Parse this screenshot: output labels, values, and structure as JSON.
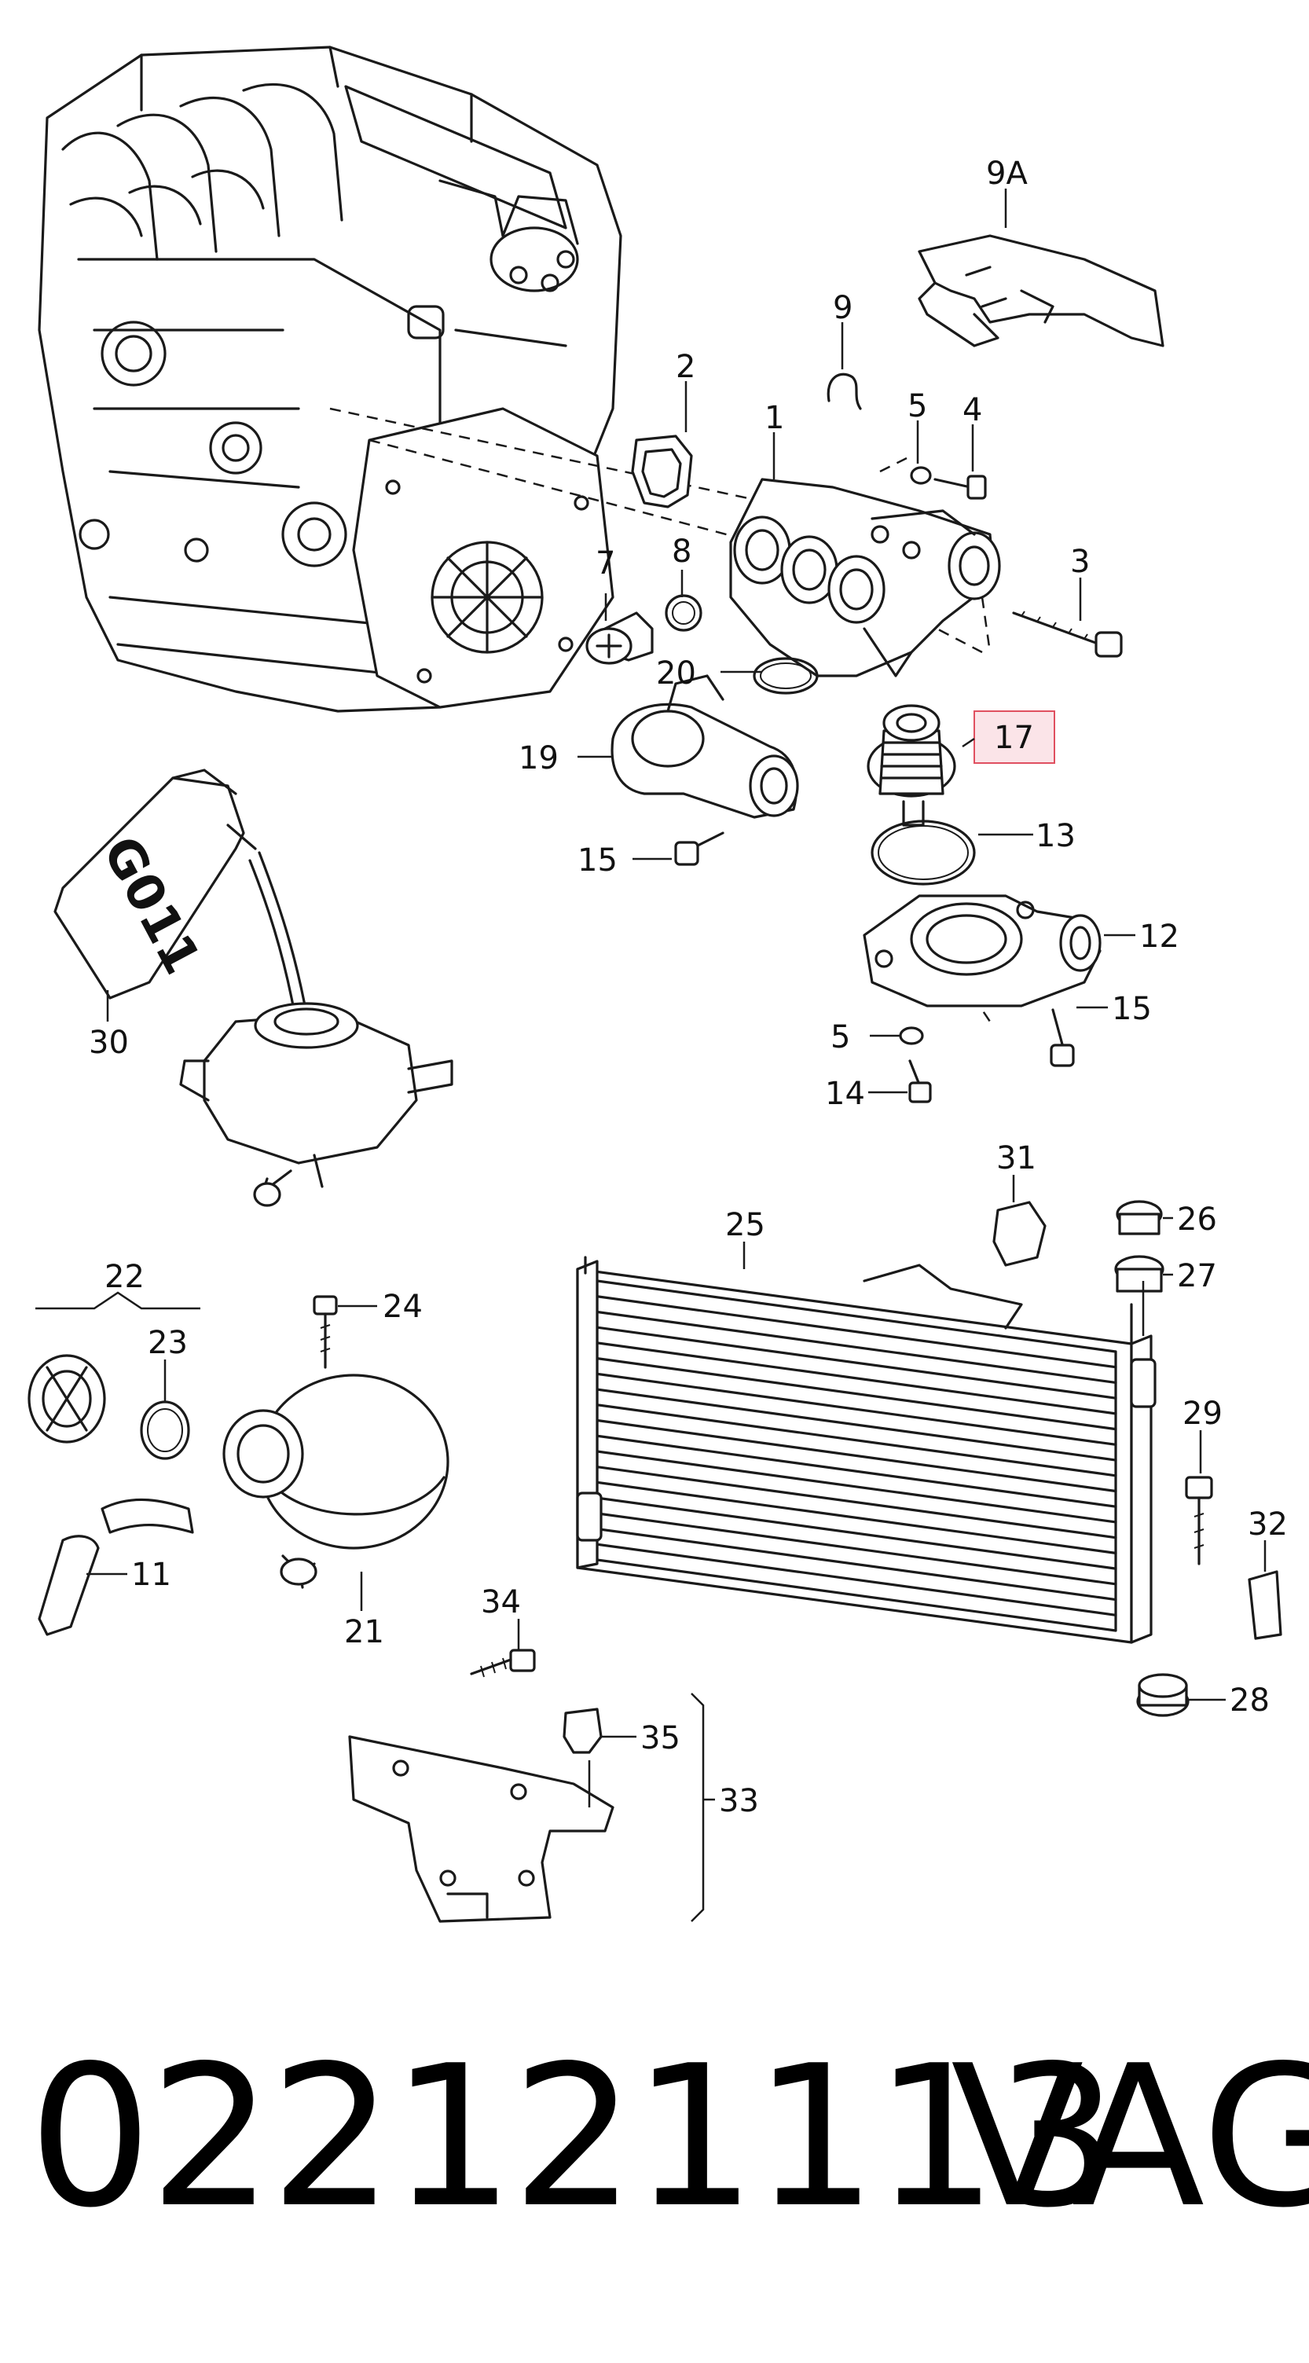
{
  "diagram": {
    "callouts": {
      "c9A": "9A",
      "c9": "9",
      "c2": "2",
      "c1": "1",
      "c5a": "5",
      "c4": "4",
      "c7": "7",
      "c8": "8",
      "c3": "3",
      "c20": "20",
      "c19": "19",
      "c17": "17",
      "c13": "13",
      "c15a": "15",
      "c12": "12",
      "c30": "30",
      "c15b": "15",
      "c5b": "5",
      "c14": "14",
      "c31": "31",
      "c25": "25",
      "c26": "26",
      "c27": "27",
      "c22": "22",
      "c23": "23",
      "c24": "24",
      "c29": "29",
      "c32": "32",
      "c11": "11",
      "c21": "21",
      "c34": "34",
      "c35": "35",
      "c33": "33",
      "c28": "28"
    },
    "coolant_label": "G011",
    "highlight_color": "#e05060"
  },
  "footer": {
    "part_number": "022121113",
    "brand": "VAG"
  }
}
